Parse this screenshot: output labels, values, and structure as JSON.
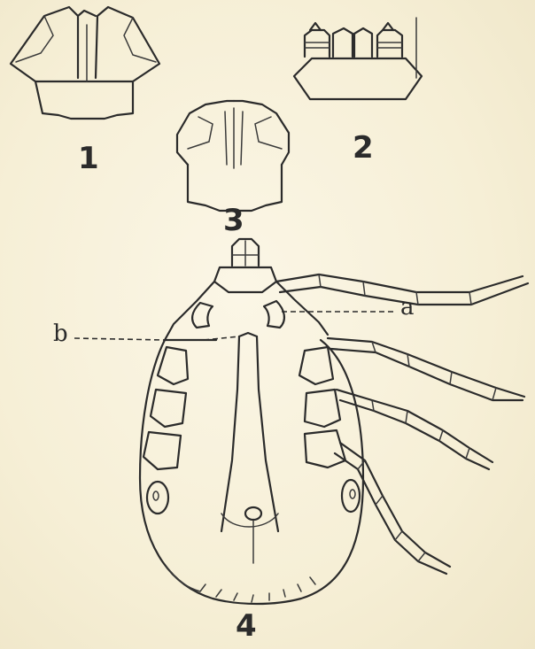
{
  "figure_numbers": {
    "fig1": "1",
    "fig2": "2",
    "fig3": "3",
    "fig4": "4"
  },
  "labels": {
    "a": "a",
    "b": "b"
  },
  "colors": {
    "ink": "#2b2b2b",
    "paper": "#f7f1da"
  }
}
